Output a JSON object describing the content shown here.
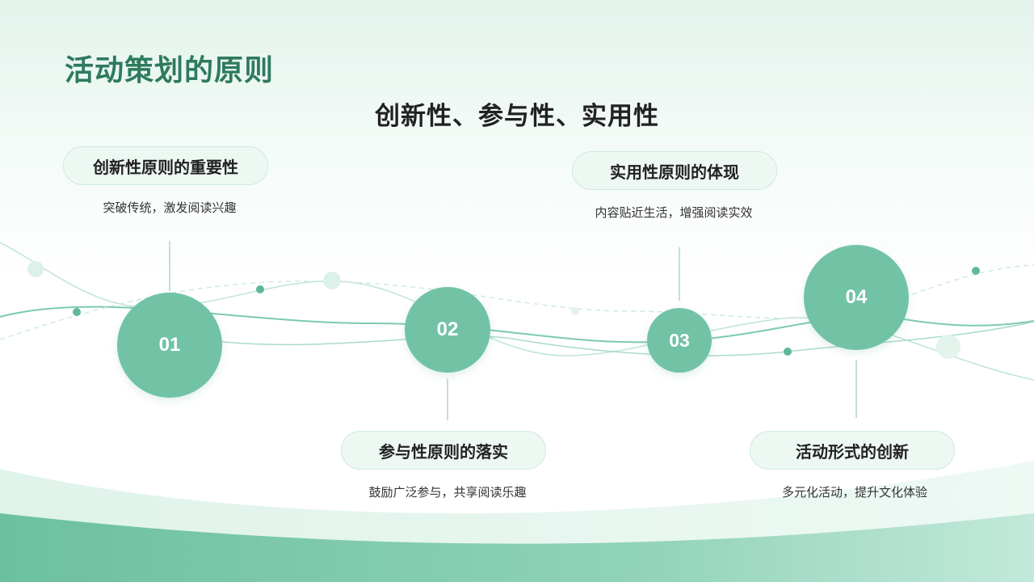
{
  "title": "活动策划的原则",
  "subtitle": "创新性、参与性、实用性",
  "steps": [
    {
      "number": "01",
      "heading": "创新性原则的重要性",
      "description": "突破传统，激发阅读兴趣"
    },
    {
      "number": "02",
      "heading": "参与性原则的落实",
      "description": "鼓励广泛参与，共享阅读乐趣"
    },
    {
      "number": "03",
      "heading": "实用性原则的体现",
      "description": "内容贴近生活，增强阅读实效"
    },
    {
      "number": "04",
      "heading": "活动形式的创新",
      "description": "多元化活动，提升文化体验"
    }
  ],
  "colors": {
    "accent": "#72c3a6",
    "title": "#2e7a5e",
    "text": "#222222",
    "pill_bg": "#eef8f3",
    "wave": "#6fc3a5"
  }
}
